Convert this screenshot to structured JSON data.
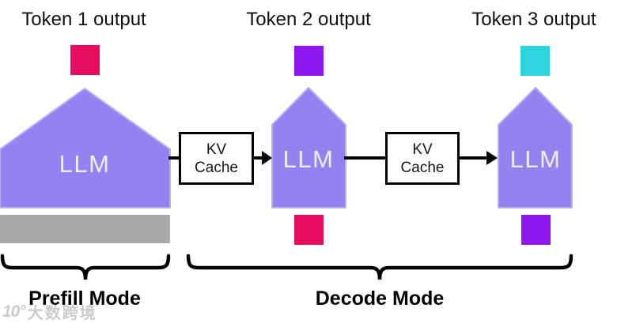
{
  "colors": {
    "llm-fill": "#9582f0",
    "llm-edge": "#b9adf6",
    "llm-text": "#f1eefc",
    "pink": "#e80c5f",
    "violet": "#8c17ef",
    "cyan": "#2cd5dd",
    "gray-bar": "#a9a9a9",
    "line": "#000000",
    "label": "#111111"
  },
  "token_outputs": [
    {
      "label": "Token 1 output",
      "square_color": "#e80c5f"
    },
    {
      "label": "Token 2 output",
      "square_color": "#8c17ef"
    },
    {
      "label": "Token 3 output",
      "square_color": "#2cd5dd"
    }
  ],
  "llm_blocks": [
    {
      "label": "LLM"
    },
    {
      "label": "LLM"
    },
    {
      "label": "LLM"
    }
  ],
  "kv_caches": [
    {
      "line1": "KV",
      "line2": "Cache"
    },
    {
      "line1": "KV",
      "line2": "Cache"
    }
  ],
  "input_squares": [
    {
      "square_color": "#e80c5f"
    },
    {
      "square_color": "#8c17ef"
    }
  ],
  "prompt_bar": {
    "color": "#a9a9a9"
  },
  "modes": [
    {
      "label": "Prefill Mode"
    },
    {
      "label": "Decode Mode"
    }
  ],
  "watermark": {
    "logo": "10°",
    "text": "大数跨境"
  }
}
